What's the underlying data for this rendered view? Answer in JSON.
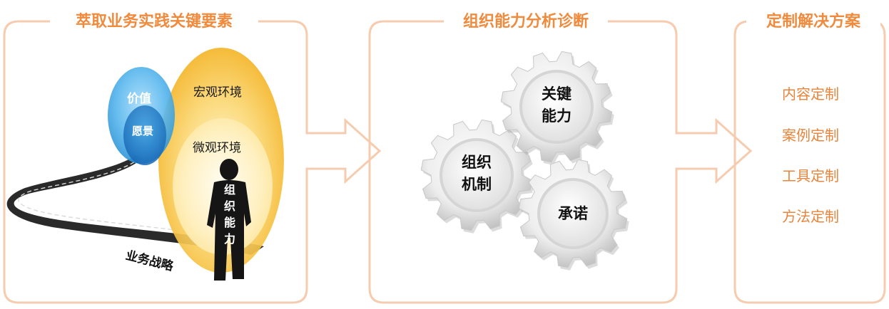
{
  "panels": {
    "left_title": "萃取业务实践关键要素",
    "middle_title": "组织能力分析诊断",
    "right_title": "定制解决方案"
  },
  "left_diagram": {
    "value_label": "价值",
    "vision_label": "愿景",
    "macro_label": "宏观环境",
    "micro_label": "微观环境",
    "person_label": "组织能力",
    "road_label": "业务战略"
  },
  "gears": {
    "key_ability": "关键\n能力",
    "org_mechanism": "组织\n机制",
    "commitment": "承诺"
  },
  "solutions": [
    "内容定制",
    "案例定制",
    "工具定制",
    "方法定制"
  ],
  "colors": {
    "accent_orange": "#f08a3c",
    "panel_border": "#f6ccb0",
    "ellipse_yellow": "#f6c037",
    "ellipse_blue": "#3aa0dd"
  }
}
